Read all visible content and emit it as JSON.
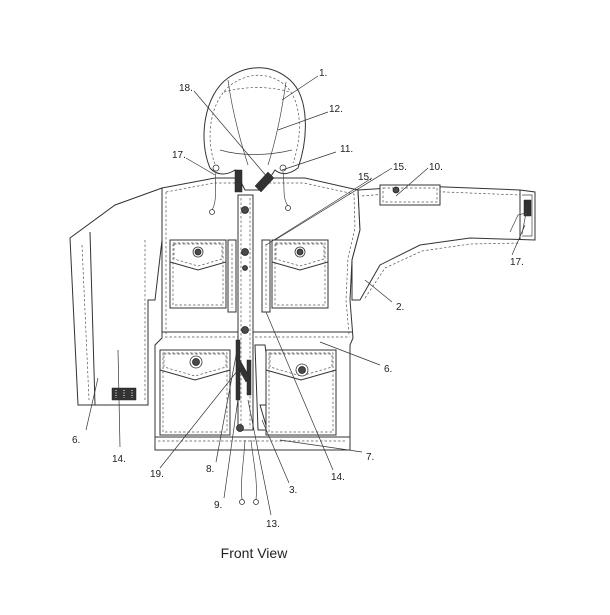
{
  "caption": "Front View",
  "callouts": [
    "1.",
    "2.",
    "3.",
    "6.",
    "6.",
    "7.",
    "8.",
    "9.",
    "10.",
    "11.",
    "12.",
    "13.",
    "14.",
    "14.",
    "15.",
    "15.",
    "17.",
    "17.",
    "18.",
    "19."
  ]
}
